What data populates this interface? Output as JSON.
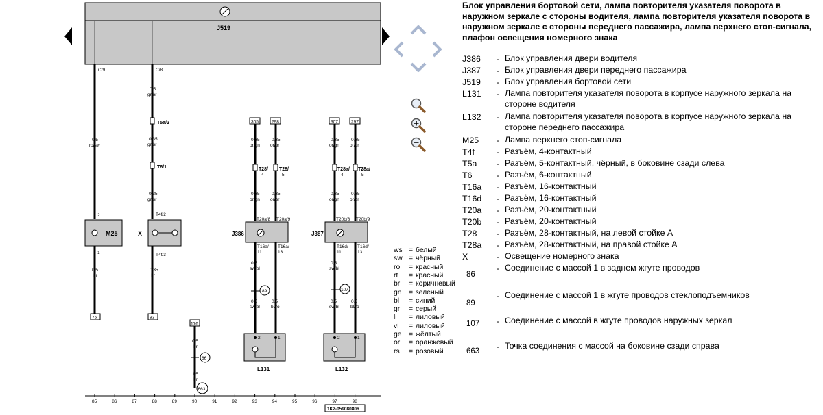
{
  "diagram": {
    "header_unit": "J519",
    "top_pins": [
      "C/9",
      "C/8"
    ],
    "wires": {
      "w1_top": [
        "0,5",
        "ro/sw"
      ],
      "w1_bot": [
        "0,5",
        "br"
      ],
      "w2_a": [
        "0,5",
        "gr/br"
      ],
      "w2_b": [
        "0,35",
        "gr/br"
      ],
      "w2_c": [
        "0,35",
        "gr/br"
      ],
      "w2_d": [
        "0,35",
        "br"
      ],
      "w3_a": [
        "0,35",
        "or/gn"
      ],
      "w3_b": [
        "0,35",
        "or/gn"
      ],
      "w3_c": [
        "0,5",
        "sw/bl"
      ],
      "w3_d": [
        "0,5",
        "sw/bl"
      ],
      "w4_a": [
        "0,35",
        "or/br"
      ],
      "w4_b": [
        "0,35",
        "or/br"
      ],
      "w4_c": [
        "0,5",
        "bl/ro"
      ],
      "w5_a": [
        "0,35",
        "or/gn"
      ],
      "w5_b": [
        "0,35",
        "or/gn"
      ],
      "w5_c": [
        "0,5",
        "sw/bl"
      ],
      "w5_d": [
        "0,5",
        "sw/bl"
      ],
      "w6_a": [
        "0,35",
        "or/br"
      ],
      "w6_b": [
        "0,35",
        "or/br"
      ],
      "w6_c": [
        "0,5",
        "bl/ro"
      ],
      "w7_a": [
        "0,5",
        "br"
      ],
      "w7_b": [
        "1,5",
        "br"
      ]
    },
    "connector_labels": {
      "t5a2": "T5a/2",
      "t61": "T6/1",
      "t4f2": "T4f/2",
      "t4f3": "T4f/3",
      "t28_4": [
        "T28/",
        "4"
      ],
      "t28_5": [
        "T28/",
        "5"
      ],
      "t28a_4": [
        "T28a/",
        "4"
      ],
      "t28a_5": [
        "T28a/",
        "5"
      ],
      "t20a8": "T20a/8",
      "t20a9": "T20a/9",
      "t20b8": "T20b/8",
      "t20b9": "T20b/9",
      "t16a11": [
        "T16a/",
        "11"
      ],
      "t16a13": [
        "T16a/",
        "13"
      ],
      "t16d11": [
        "T16d/",
        "11"
      ],
      "t16d13": [
        "T16d/",
        "13"
      ]
    },
    "components": {
      "m25": "M25",
      "x": "X",
      "j386": "J386",
      "j387": "J387",
      "l131": "L131",
      "l132": "L132"
    },
    "pin_numbers": {
      "m25_top": "2",
      "m25_bot": "1",
      "l_left": "2",
      "l_right": "1"
    },
    "ref_boxes": [
      "76",
      "83",
      "305",
      "298",
      "307",
      "297",
      "176"
    ],
    "ground_points": [
      "89",
      "107",
      "86",
      "663"
    ],
    "bottom_scale": [
      "85",
      "86",
      "87",
      "88",
      "89",
      "90",
      "91",
      "92",
      "93",
      "94",
      "95",
      "96",
      "97",
      "98"
    ],
    "doc_id": "1K2-059080806"
  },
  "legend": {
    "title": "Блок управления бортовой сети, лампа повторителя указателя поворота в наружном зеркале с стороны водителя, лампа повторителя указателя поворота в наружном зеркале с стороны переднего пассажира, лампа верхнего стоп-сигнала, плафон освещения номерного знака",
    "entries": [
      {
        "code": "J386",
        "desc": "Блок управления двери водителя"
      },
      {
        "code": "J387",
        "desc": "Блок управления двери переднего пассажира"
      },
      {
        "code": "J519",
        "desc": "Блок управления бортовой сети"
      },
      {
        "code": "L131",
        "desc": "Лампа повторителя указателя поворота в корпусе наружного зеркала на стороне водителя"
      },
      {
        "code": "L132",
        "desc": "Лампа повторителя указателя поворота в корпусе наружного зеркала на стороне переднего пассажира"
      },
      {
        "code": "M25",
        "desc": "Лампа верхнего стоп-сигнала"
      },
      {
        "code": "T4f",
        "desc": "Разъём, 4-контактный"
      },
      {
        "code": "T5a",
        "desc": "Разъём, 5-контактный, чёрный, в боковине сзади слева"
      },
      {
        "code": "T6",
        "desc": "Разъём, 6-контактный"
      },
      {
        "code": "T16a",
        "desc": "Разъём, 16-контактный"
      },
      {
        "code": "T16d",
        "desc": "Разъём, 16-контактный"
      },
      {
        "code": "T20a",
        "desc": "Разъём, 20-контактный"
      },
      {
        "code": "T20b",
        "desc": "Разъём, 20-контактный"
      },
      {
        "code": "T28",
        "desc": "Разъём, 28-контактный, на левой стойке А"
      },
      {
        "code": "T28a",
        "desc": "Разъём, 28-контактный, на правой стойке А"
      },
      {
        "code": "X",
        "desc": "Освещение номерного знака"
      }
    ],
    "mass_entries": [
      {
        "code": "86",
        "desc": "Соединение с массой 1 в заднем жгуте проводов"
      },
      {
        "code": "89",
        "desc": "Соединение с массой 1 в жгуте проводов стеклоподъемников"
      },
      {
        "code": "107",
        "desc": "Соединение с массой в жгуте проводов наружных зеркал"
      },
      {
        "code": "663",
        "desc": "Точка соединения с массой на боковине сзади справа"
      }
    ],
    "dash": "-"
  },
  "color_key": [
    {
      "abbr": "ws",
      "name": "белый"
    },
    {
      "abbr": "sw",
      "name": "чёрный"
    },
    {
      "abbr": "ro",
      "name": "красный"
    },
    {
      "abbr": "rt",
      "name": "красный"
    },
    {
      "abbr": "br",
      "name": "коричневый"
    },
    {
      "abbr": "gn",
      "name": "зелёный"
    },
    {
      "abbr": "bl",
      "name": "синий"
    },
    {
      "abbr": "gr",
      "name": "серый"
    },
    {
      "abbr": "li",
      "name": "лиловый"
    },
    {
      "abbr": "vi",
      "name": "лиловый"
    },
    {
      "abbr": "ge",
      "name": "жёлтый"
    },
    {
      "abbr": "or",
      "name": "оранжевый"
    },
    {
      "abbr": "rs",
      "name": "розовый"
    }
  ],
  "color_key_eq": "=",
  "navigation": {
    "prev_icon": "triangle-left-icon",
    "next_icon": "triangle-right-icon",
    "pan_icons": [
      "chevron-up-icon",
      "chevron-left-icon",
      "chevron-right-icon",
      "chevron-down-icon"
    ],
    "zoom_icons": [
      "zoom-fit-icon",
      "zoom-in-icon",
      "zoom-out-icon"
    ]
  },
  "colors": {
    "unit_fill": "#c8c8c8",
    "wire": "#000000",
    "nav_arrow": "#a9b7d0"
  }
}
